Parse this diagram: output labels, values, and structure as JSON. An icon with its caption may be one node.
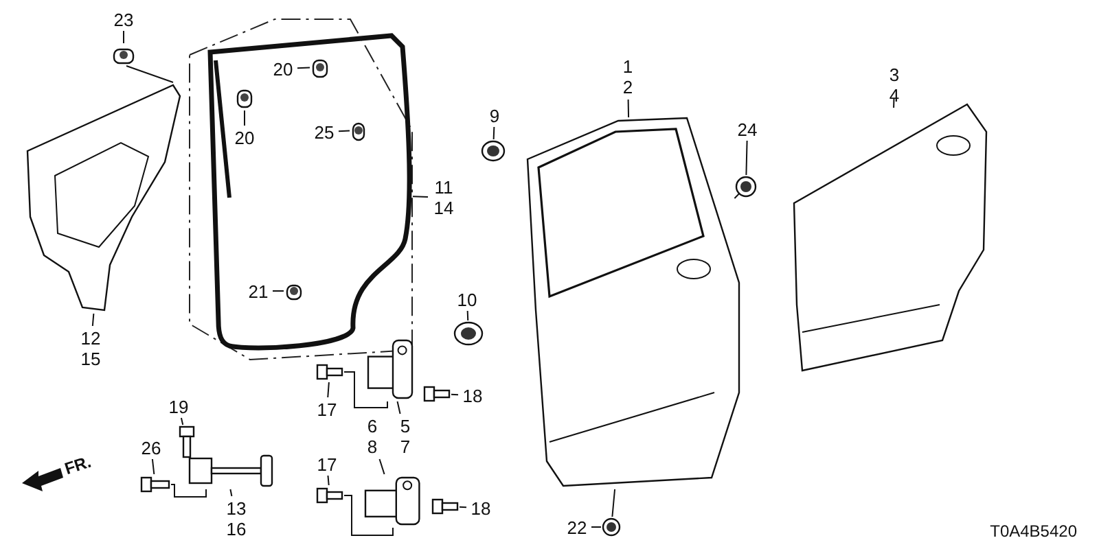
{
  "diagram": {
    "nodes": [
      {
        "text": [
          "23"
        ]
      },
      {
        "text": [],
        "shape": "picture"
      },
      {
        "text": [
          "11",
          "14"
        ]
      },
      {
        "text": [],
        "shape": "picture"
      },
      {
        "text": [
          "20"
        ],
        "in": 3
      },
      {
        "text": [],
        "shape": "picture",
        "in": 3
      },
      {
        "text": [
          "20"
        ],
        "in": 3
      },
      {
        "text": [],
        "shape": "picture",
        "in": 3
      },
      {
        "text": [
          "25"
        ],
        "in": 3
      },
      {
        "text": [],
        "shape": "picture",
        "in": 3
      },
      {
        "text": [
          "21"
        ],
        "in": 3
      },
      {
        "text": [],
        "shape": "picture",
        "in": 3
      },
      {
        "text": [],
        "shape": "picture"
      },
      {
        "text": [
          "12",
          "15"
        ]
      },
      {
        "text": [
          "1",
          "2"
        ]
      },
      {
        "text": [],
        "shape": "picture"
      },
      {
        "text": [
          "9"
        ]
      },
      {
        "text": [],
        "shape": "picture"
      },
      {
        "text": [
          "24"
        ]
      },
      {
        "text": [],
        "shape": "picture"
      },
      {
        "text": [
          "3",
          "4"
        ]
      },
      {
        "text": [],
        "shape": "picture"
      },
      {
        "text": [
          "10"
        ]
      },
      {
        "text": [],
        "shape": "picture"
      },
      {
        "text": [],
        "shape": "picture"
      },
      {
        "text": [
          "17"
        ]
      },
      {
        "text": [],
        "shape": "picture"
      },
      {
        "text": [],
        "shape": "picture"
      },
      {
        "text": [
          "18"
        ]
      },
      {
        "text": [
          "5",
          "7"
        ]
      },
      {
        "text": [
          "6",
          "8"
        ]
      },
      {
        "text": [],
        "shape": "picture"
      },
      {
        "text": [
          "17"
        ]
      },
      {
        "text": [],
        "shape": "picture"
      },
      {
        "text": [],
        "shape": "picture"
      },
      {
        "text": [
          "18"
        ]
      },
      {
        "text": [
          "19"
        ]
      },
      {
        "text": [],
        "shape": "picture"
      },
      {
        "text": [
          "26"
        ]
      },
      {
        "text": [],
        "shape": "picture"
      },
      {
        "text": [],
        "shape": "picture"
      },
      {
        "text": [
          "13",
          "16"
        ]
      },
      {
        "text": [
          "22"
        ]
      },
      {
        "text": [],
        "shape": "picture"
      }
    ],
    "edges": [
      {
        "from": 0,
        "to": 1,
        "arrow": "none"
      },
      {
        "from": 1,
        "to": 12,
        "arrow": "none"
      },
      {
        "from": 4,
        "to": 5,
        "arrow": "none"
      },
      {
        "from": 6,
        "to": 7,
        "arrow": "none"
      },
      {
        "from": 8,
        "to": 9,
        "arrow": "none"
      },
      {
        "from": 2,
        "to": 3,
        "arrow": "none"
      },
      {
        "from": 10,
        "to": 11,
        "arrow": "none"
      },
      {
        "from": 13,
        "to": 12,
        "arrow": "none"
      },
      {
        "from": 14,
        "to": 15,
        "arrow": "none"
      },
      {
        "from": 16,
        "to": 17,
        "arrow": "none"
      },
      {
        "from": 18,
        "to": 19,
        "arrow": "none"
      },
      {
        "from": 19,
        "to": 15,
        "arrow": "none"
      },
      {
        "from": 20,
        "to": 21,
        "arrow": "none"
      },
      {
        "from": 22,
        "to": 23,
        "arrow": "none"
      },
      {
        "from": 25,
        "to": 24,
        "arrow": "none"
      },
      {
        "from": 24,
        "to": 26,
        "arrow": "none"
      },
      {
        "from": 28,
        "to": 27,
        "arrow": "none"
      },
      {
        "from": 29,
        "to": 26,
        "arrow": "none"
      },
      {
        "from": 30,
        "to": 31,
        "arrow": "none"
      },
      {
        "from": 32,
        "to": 33,
        "arrow": "none"
      },
      {
        "from": 33,
        "to": 31,
        "arrow": "none"
      },
      {
        "from": 35,
        "to": 34,
        "arrow": "none"
      },
      {
        "from": 36,
        "to": 37,
        "arrow": "none"
      },
      {
        "from": 38,
        "to": 39,
        "arrow": "none"
      },
      {
        "from": 39,
        "to": 40,
        "arrow": "none"
      },
      {
        "from": 41,
        "to": 40,
        "arrow": "none"
      },
      {
        "from": 42,
        "to": 43,
        "arrow": "none"
      },
      {
        "from": 43,
        "to": 15,
        "arrow": "none"
      }
    ],
    "labels": [
      "FR.",
      "T0A4B5420"
    ]
  }
}
